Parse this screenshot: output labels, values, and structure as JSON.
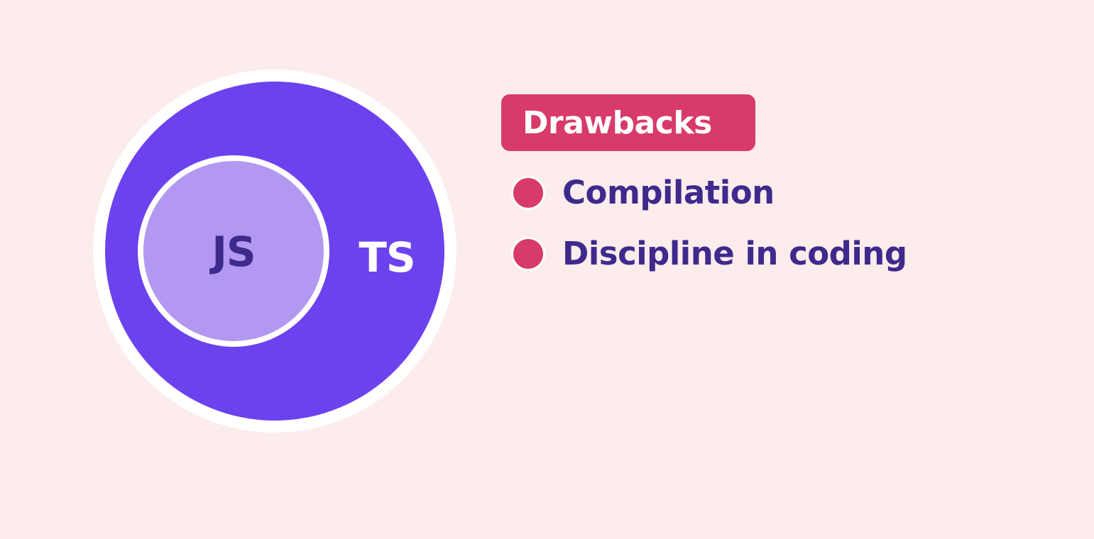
{
  "diagram": {
    "outer_label": "TS",
    "inner_label": "JS"
  },
  "drawbacks": {
    "title": "Drawbacks",
    "items": [
      {
        "label": "Compilation"
      },
      {
        "label": "Discipline in coding"
      }
    ]
  },
  "colors": {
    "background": "#fcecec",
    "outer_circle": "#6c42ee",
    "inner_circle": "#b398f2",
    "accent": "#d83a6a",
    "text_dark": "#3e2a8c",
    "white": "#ffffff"
  }
}
